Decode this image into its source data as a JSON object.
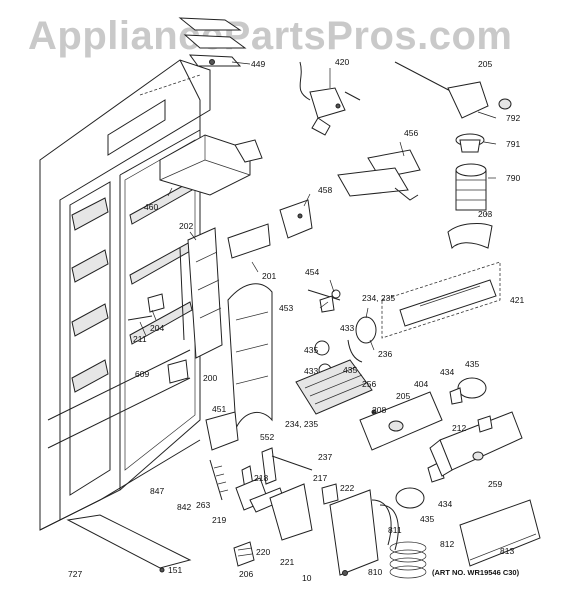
{
  "watermark": "AppliancePartsPros.com",
  "art_number": "(ART NO. WR19546 C30)",
  "labels": {
    "p449": "449",
    "p420": "420",
    "p205a": "205",
    "p792": "792",
    "p791": "791",
    "p790": "790",
    "p456": "456",
    "p460": "460",
    "p458": "458",
    "p203": "203",
    "p202": "202",
    "p201": "201",
    "p454": "454",
    "p453": "453",
    "p234a": "234, 235",
    "p421": "421",
    "p204": "204",
    "p211": "211",
    "p433a": "433",
    "p435a": "435",
    "p236": "236",
    "p433b": "433",
    "p435b": "435",
    "p609": "609",
    "p200": "200",
    "p256": "256",
    "p404": "404",
    "p434a": "434",
    "p435c": "435",
    "p205b": "205",
    "p208": "208",
    "p451": "451",
    "p234b": "234, 235",
    "p212": "212",
    "p552": "552",
    "p237": "237",
    "p217": "217",
    "p218": "218",
    "p847": "847",
    "p842": "842",
    "p263": "263",
    "p219": "219",
    "p259": "259",
    "p222": "222",
    "p434b": "434",
    "p811": "811",
    "p435d": "435",
    "p220": "220",
    "p221": "221",
    "p812": "812",
    "p813": "813",
    "p727": "727",
    "p151": "151",
    "p206": "206",
    "p810": "810",
    "p10": "10"
  }
}
